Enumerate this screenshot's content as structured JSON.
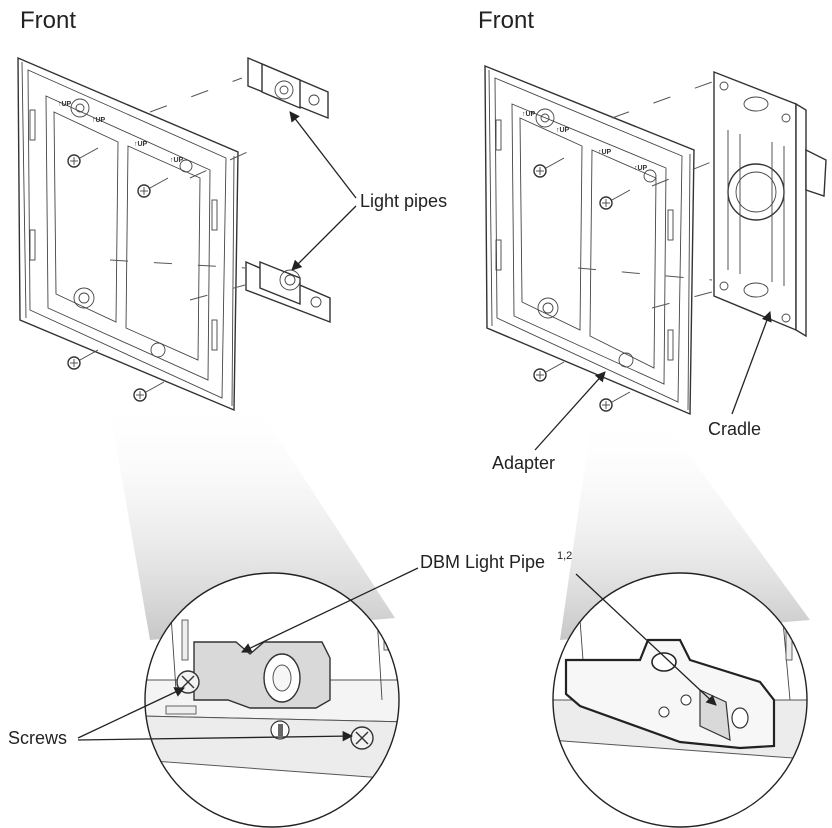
{
  "titles": {
    "left": "Front",
    "right": "Front"
  },
  "labels": {
    "light_pipes": "Light pipes",
    "adapter": "Adapter",
    "cradle": "Cradle",
    "dbm_light_pipe": "DBM Light Pipe",
    "dbm_superscript": "1,2",
    "screws": "Screws"
  },
  "frame_marks": [
    "↑UP",
    "↑UP",
    "↑UP",
    "↑UP"
  ],
  "colors": {
    "line": "#222222",
    "highlight": "#d9d9d9",
    "outline": "#333333"
  }
}
